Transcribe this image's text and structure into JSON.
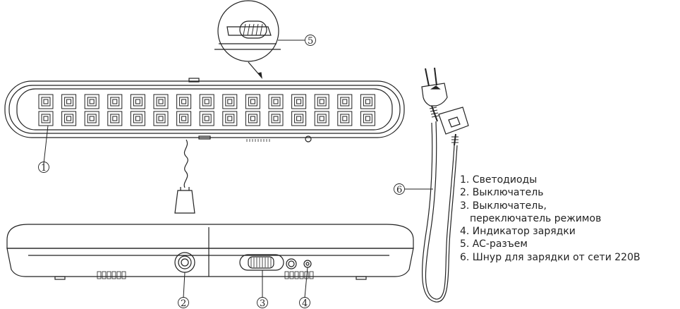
{
  "callouts": [
    "①",
    "②",
    "③",
    "④",
    "⑤",
    "⑥"
  ],
  "legend": [
    "1. Светодиоды",
    "2. Выключатель",
    "3. Выключатель,",
    "    переключатель режимов",
    "4. Индикатор зарядки",
    "5. AC-разъем",
    "6. Шнур для зарядки от сети 220В"
  ]
}
